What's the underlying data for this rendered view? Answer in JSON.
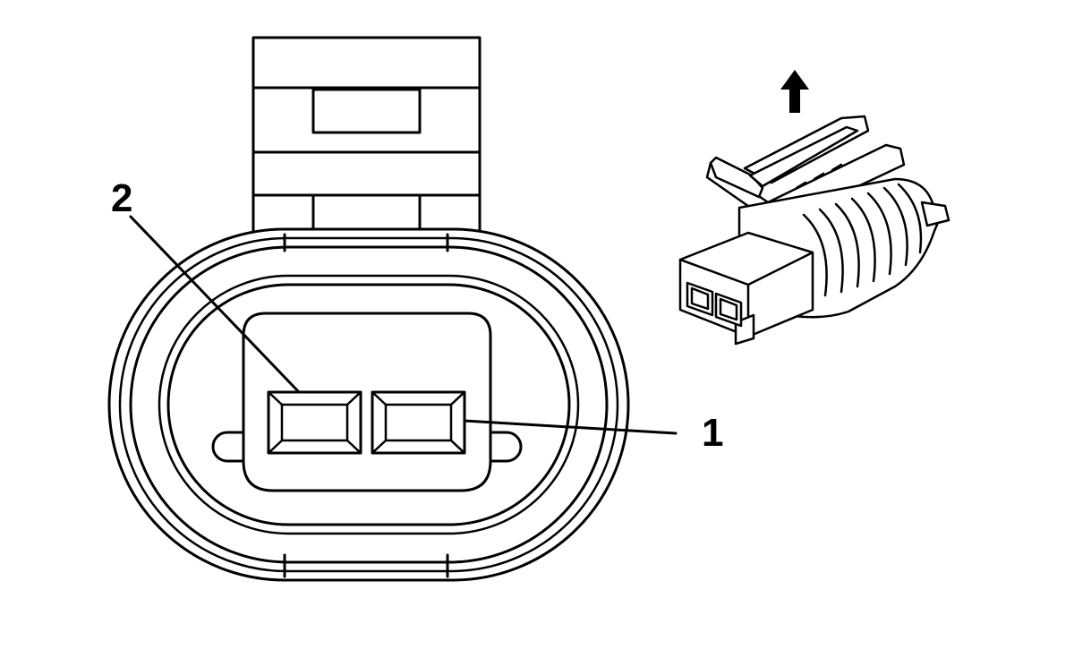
{
  "diagram": {
    "callouts": [
      {
        "id": "terminal-1",
        "label": "1"
      },
      {
        "id": "terminal-2",
        "label": "2"
      }
    ],
    "icons": {
      "direction_arrow": "up-arrow-icon",
      "connector_view": "connector-face-view",
      "connector_iso": "connector-isometric-view"
    },
    "colors": {
      "line": "#000000",
      "background": "#ffffff"
    }
  }
}
